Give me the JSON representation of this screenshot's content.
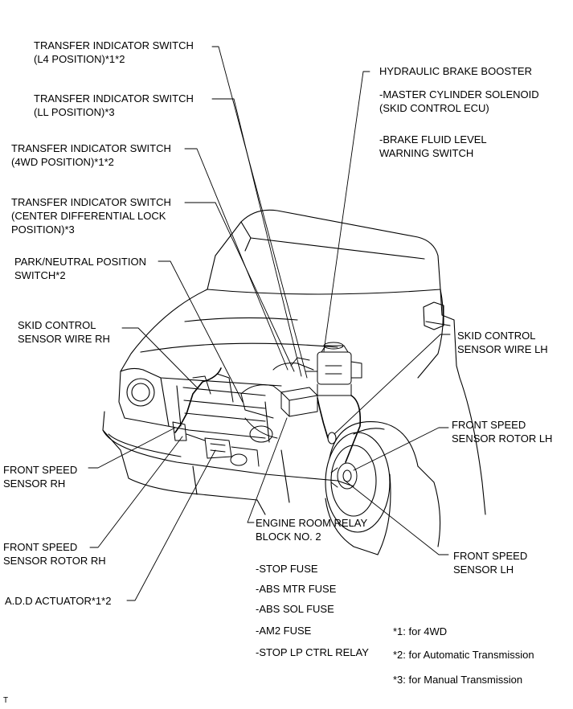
{
  "labels": {
    "transfer_l4": [
      "TRANSFER INDICATOR SWITCH",
      "(L4 POSITION)*1*2"
    ],
    "transfer_ll": [
      "TRANSFER INDICATOR SWITCH",
      "(LL POSITION)*3"
    ],
    "transfer_4wd": [
      "TRANSFER INDICATOR SWITCH",
      "(4WD POSITION)*1*2"
    ],
    "transfer_center": [
      "TRANSFER INDICATOR SWITCH",
      "(CENTER DIFFERENTIAL LOCK",
      "POSITION)*3"
    ],
    "park_neutral": [
      "PARK/NEUTRAL POSITION",
      "SWITCH*2"
    ],
    "skid_wire_rh": [
      "SKID CONTROL",
      "SENSOR WIRE RH"
    ],
    "front_speed_sensor_rh": [
      "FRONT SPEED",
      "SENSOR RH"
    ],
    "front_speed_rotor_rh": [
      "FRONT SPEED",
      "SENSOR ROTOR RH"
    ],
    "add_actuator": [
      "A.D.D ACTUATOR*1*2"
    ],
    "hydraulic_booster": [
      "HYDRAULIC BRAKE BOOSTER"
    ],
    "master_cylinder": [
      "-MASTER CYLINDER SOLENOID",
      "(SKID CONTROL ECU)"
    ],
    "brake_fluid": [
      "-BRAKE FLUID LEVEL",
      "WARNING SWITCH"
    ],
    "skid_wire_lh": [
      "SKID CONTROL",
      "SENSOR WIRE LH"
    ],
    "front_speed_rotor_lh": [
      "FRONT SPEED",
      "SENSOR ROTOR LH"
    ],
    "engine_relay": [
      "ENGINE ROOM RELAY",
      "BLOCK NO. 2"
    ],
    "front_speed_sensor_lh": [
      "FRONT SPEED",
      "SENSOR LH"
    ]
  },
  "fuses": [
    "-STOP FUSE",
    "-ABS MTR FUSE",
    "-ABS SOL FUSE",
    "-AM2 FUSE",
    "-STOP LP CTRL RELAY"
  ],
  "notes": [
    "*1: for 4WD",
    "*2: for Automatic Transmission",
    "*3: for Manual Transmission"
  ],
  "corner_mark": "T"
}
